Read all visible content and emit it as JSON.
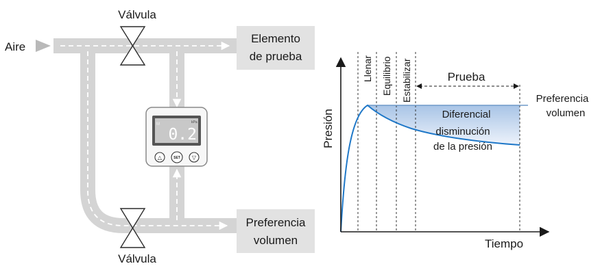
{
  "labels": {
    "valve_top": "Válvula",
    "valve_bottom": "Válvula",
    "air": "Aire",
    "test_element_line1": "Elemento",
    "test_element_line2": "de prueba",
    "reference_line1": "Preferencia",
    "reference_line2": "volumen"
  },
  "gauge": {
    "reading": "0.2",
    "unit": "kPa",
    "indicator": "M",
    "buttons": [
      "△",
      "SET",
      "▽"
    ]
  },
  "graph": {
    "y_axis_label": "Presión",
    "x_axis_label": "Tiempo",
    "phases": [
      "Llenar",
      "Equilibrio",
      "Estabilizar"
    ],
    "test_phase": "Prueba",
    "reference_line1": "Preferencia",
    "reference_line2": "volumen",
    "differential": "Diferencial",
    "drop_line1": "disminución",
    "drop_line2": "de la presión"
  },
  "colors": {
    "pipe": "#d4d4d4",
    "box": "#e2e2e2",
    "curve": "#1f78c8",
    "reference_line": "#6e99c8",
    "fill_top": "#a8c4e6",
    "fill_bottom": "#e9f0fa"
  }
}
